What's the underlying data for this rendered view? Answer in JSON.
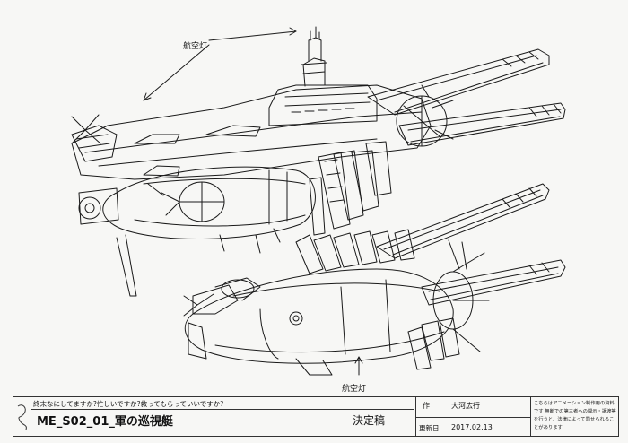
{
  "callouts": {
    "upper_light": "航空灯",
    "lower_light": "航空灯"
  },
  "title_block": {
    "subtitle": "終末なにしてますか?忙しいですか?救ってもらっていいですか?",
    "code_title": "ME_S02_01_軍の巡視艇",
    "status": "決定稿",
    "author_label": "作",
    "author": "大河広行",
    "updated_label": "更新日",
    "updated_date": "2017.02.13",
    "note": "こちらはアニメーション制作用の資料です 無断での第三者への開示・譲渡等を行うと、法律によって罰せられることがあります"
  }
}
